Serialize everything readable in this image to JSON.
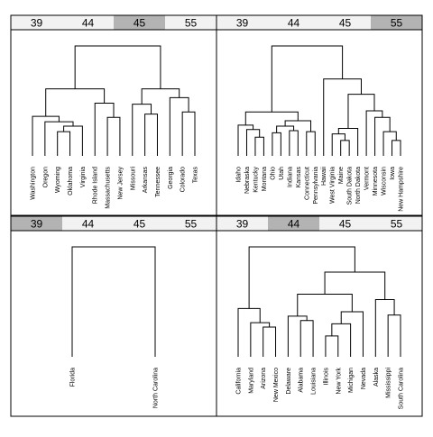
{
  "chart_data": {
    "type": "dendrogram",
    "strip_levels": [
      "39",
      "44",
      "45",
      "55"
    ],
    "colors": {
      "strip_fill": "#f2f2f2",
      "strip_highlight": "#b3b3b3",
      "line": "#000000"
    },
    "panels": [
      {
        "highlight_level": "45",
        "leaves": [
          "Washington",
          "Oregon",
          "Wyoming",
          "Oklahoma",
          "Virginia",
          "Rhode Island",
          "Massachusetts",
          "New Jersey",
          "Missouri",
          "Arkansas",
          "Tennessee",
          "Georgia",
          "Colorado",
          "Texas"
        ],
        "merges": [
          [
            -3,
            -4,
            0.22
          ],
          [
            1,
            -5,
            0.27
          ],
          [
            -2,
            2,
            0.31
          ],
          [
            -1,
            3,
            0.36
          ],
          [
            -7,
            -8,
            0.35
          ],
          [
            -6,
            5,
            0.48
          ],
          [
            4,
            6,
            0.61
          ],
          [
            -10,
            -11,
            0.38
          ],
          [
            -9,
            8,
            0.47
          ],
          [
            -13,
            -14,
            0.4
          ],
          [
            -12,
            10,
            0.53
          ],
          [
            9,
            11,
            0.61
          ],
          [
            7,
            12,
            1.0
          ]
        ]
      },
      {
        "highlight_level": "55",
        "leaves": [
          "Idaho",
          "Nebraska",
          "Kentucky",
          "Montana",
          "Ohio",
          "Utah",
          "Indiana",
          "Kansas",
          "Connecticut",
          "Pennsylvania",
          "Hawaii",
          "West Virginia",
          "Maine",
          "South Dakota",
          "North Dakota",
          "Vermont",
          "Minnesota",
          "Wisconsin",
          "Iowa",
          "New Hampshire"
        ],
        "merges": [
          [
            -3,
            -4,
            0.17
          ],
          [
            -2,
            1,
            0.24
          ],
          [
            -1,
            2,
            0.28
          ],
          [
            -5,
            -6,
            0.21
          ],
          [
            -7,
            -8,
            0.23
          ],
          [
            4,
            5,
            0.27
          ],
          [
            -9,
            -10,
            0.22
          ],
          [
            6,
            7,
            0.32
          ],
          [
            3,
            8,
            0.4
          ],
          [
            -13,
            -14,
            0.14
          ],
          [
            -12,
            10,
            0.2
          ],
          [
            11,
            -15,
            0.25
          ],
          [
            -19,
            -20,
            0.14
          ],
          [
            -18,
            13,
            0.22
          ],
          [
            -17,
            14,
            0.35
          ],
          [
            -16,
            15,
            0.41
          ],
          [
            12,
            16,
            0.56
          ],
          [
            -11,
            17,
            0.7
          ],
          [
            9,
            18,
            1.0
          ]
        ]
      },
      {
        "highlight_level": "39",
        "leaves": [
          "Florida",
          "North Carolina"
        ],
        "merges": [
          [
            -1,
            -2,
            1.0
          ]
        ]
      },
      {
        "highlight_level": "44",
        "leaves": [
          "California",
          "Maryland",
          "Arizona",
          "New Mexico",
          "Delaware",
          "Alabama",
          "Louisiana",
          "Illinois",
          "New York",
          "Michigan",
          "Nevada",
          "Alaska",
          "Mississippi",
          "South Carolina"
        ],
        "merges": [
          [
            -3,
            -4,
            0.27
          ],
          [
            -2,
            1,
            0.31
          ],
          [
            -1,
            2,
            0.44
          ],
          [
            -6,
            -7,
            0.33
          ],
          [
            -5,
            4,
            0.37
          ],
          [
            -8,
            -9,
            0.19
          ],
          [
            6,
            -10,
            0.3
          ],
          [
            7,
            -11,
            0.41
          ],
          [
            5,
            8,
            0.57
          ],
          [
            -13,
            -14,
            0.38
          ],
          [
            -12,
            10,
            0.52
          ],
          [
            9,
            11,
            0.77
          ],
          [
            3,
            12,
            1.0
          ]
        ]
      }
    ]
  }
}
